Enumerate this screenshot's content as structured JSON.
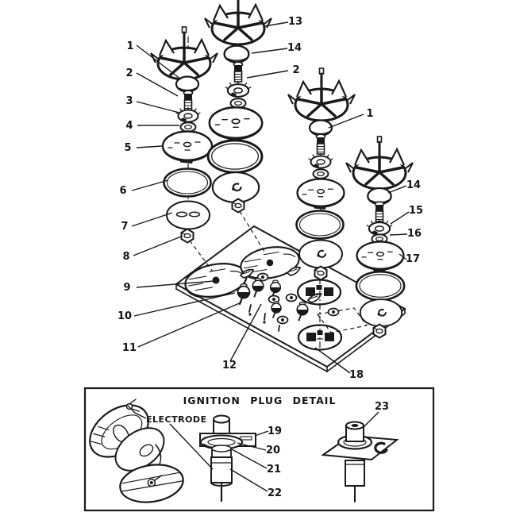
{
  "colors": {
    "ink": "#1a1a1a",
    "paper": "#ffffff"
  },
  "callouts": {
    "c1a": "1",
    "c2a": "2",
    "c3": "3",
    "c4": "4",
    "c5": "5",
    "c6": "6",
    "c7": "7",
    "c8": "8",
    "c9": "9",
    "c10": "10",
    "c11": "11",
    "c12": "12",
    "c13": "13",
    "c14a": "14",
    "c2b": "2",
    "c1b": "1",
    "c14b": "14",
    "c15": "15",
    "c16": "16",
    "c17": "17",
    "c18": "18"
  },
  "detail": {
    "title": "IGNITION PLUG DETAIL",
    "electrode_label": "ELECTRODE",
    "callouts": {
      "c19": "19",
      "c20": "20",
      "c21": "21",
      "c22": "22",
      "c23": "23"
    }
  }
}
